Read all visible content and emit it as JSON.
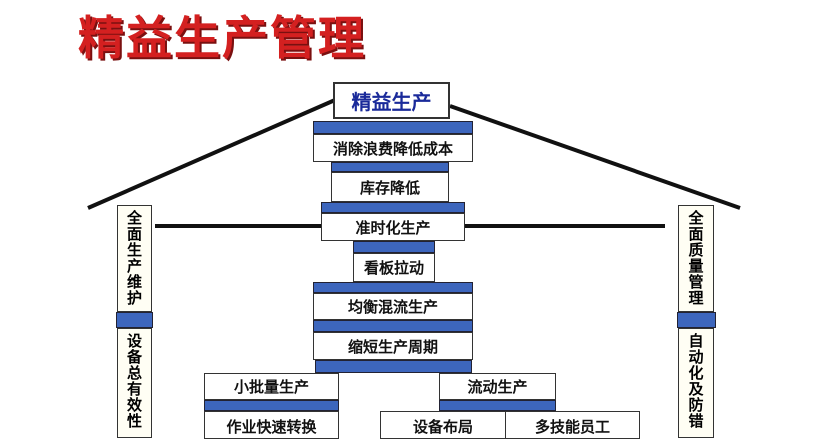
{
  "title": "精益生产管理",
  "roof": "精益生产",
  "center": [
    "消除浪费降低成本",
    "库存降低",
    "准时化生产",
    "看板拉动",
    "均衡混流生产",
    "缩短生产周期"
  ],
  "left_branch": {
    "top": "小批量生产",
    "bottom": "作业快速转换"
  },
  "right_branch": {
    "top": "流动生产",
    "bottom": [
      "设备布局",
      "多技能员工"
    ]
  },
  "left_pillar": {
    "top": "全面生产维护",
    "bottom": "设备总有效性"
  },
  "right_pillar": {
    "top": "全面质量管理",
    "bottom": "自动化及防错"
  },
  "colors": {
    "title": "#d42020",
    "bar": "#3d66bd",
    "roof_text": "#1a2a9a"
  }
}
